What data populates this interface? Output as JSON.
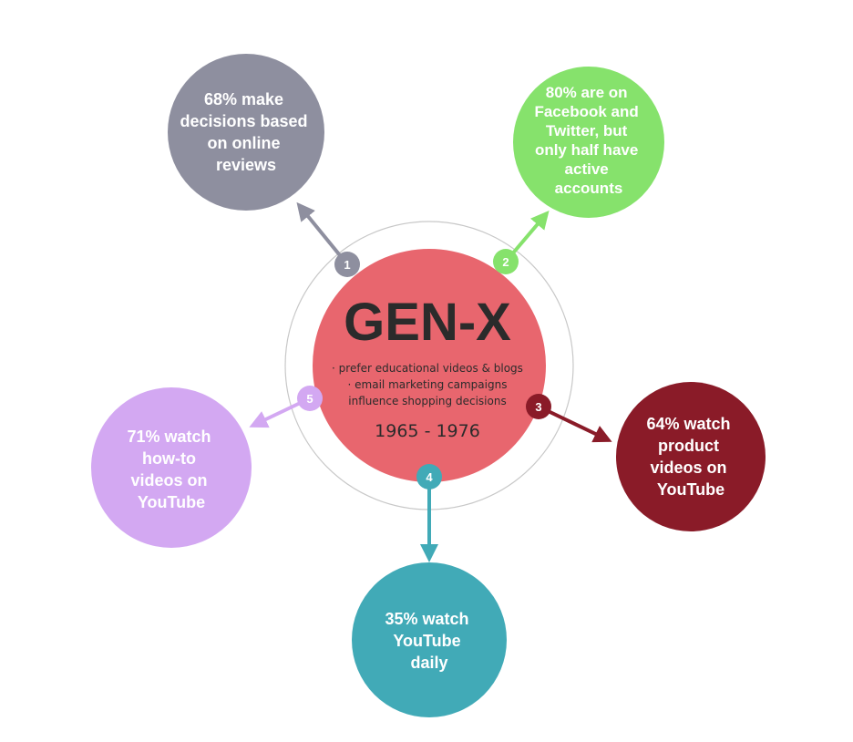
{
  "center": {
    "title": "GEN-X",
    "bullets": [
      "· prefer educational videos & blogs",
      "· email marketing campaigns",
      "influence shopping decisions"
    ],
    "years": "1965 - 1976",
    "color": "#e8666e"
  },
  "points": [
    {
      "number": "1",
      "lines": [
        "68% make",
        "decisions based",
        "on online",
        "reviews"
      ],
      "color": "#8e8f9f"
    },
    {
      "number": "2",
      "lines": [
        "80% are on",
        "Facebook and",
        "Twitter, but",
        "only half have",
        "active",
        "accounts"
      ],
      "color": "#86e26c"
    },
    {
      "number": "3",
      "lines": [
        "64% watch",
        "product",
        "videos on",
        "YouTube"
      ],
      "color": "#8a1b28"
    },
    {
      "number": "4",
      "lines": [
        "35% watch",
        "YouTube",
        "daily"
      ],
      "color": "#41aab7"
    },
    {
      "number": "5",
      "lines": [
        "71% watch",
        "how-to",
        "videos on",
        "YouTube"
      ],
      "color": "#d3a8f2"
    }
  ]
}
